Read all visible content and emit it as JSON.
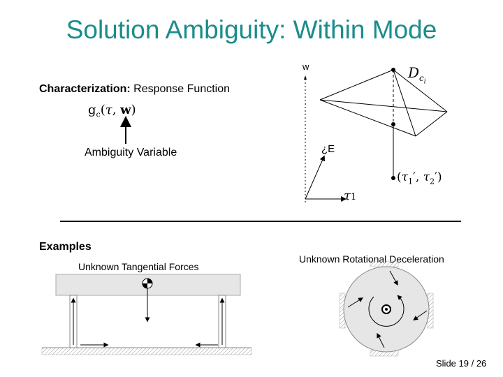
{
  "slide": {
    "title": "Solution Ambiguity: Within Mode",
    "characterization": {
      "label": "Characterization:",
      "text": "Response Function"
    },
    "response_function": "g_c(τ, w)",
    "ambiguity_label": "Ambiguity Variable",
    "examples_heading": "Examples",
    "example_left_caption": "Unknown Tangential Forces",
    "example_right_caption": "Unknown Rotational Deceleration",
    "footer": "Slide 19 / 26"
  },
  "diagram": {
    "w_label": "w",
    "set_label": "D_c_i",
    "tau1_label": "τ1",
    "tau2_label": "¿E",
    "point_label": "(τ'1, τ'2)"
  },
  "colors": {
    "title": "#1a8c8c",
    "ground_hatch": "#888888",
    "beam": "#e6e6e6"
  }
}
